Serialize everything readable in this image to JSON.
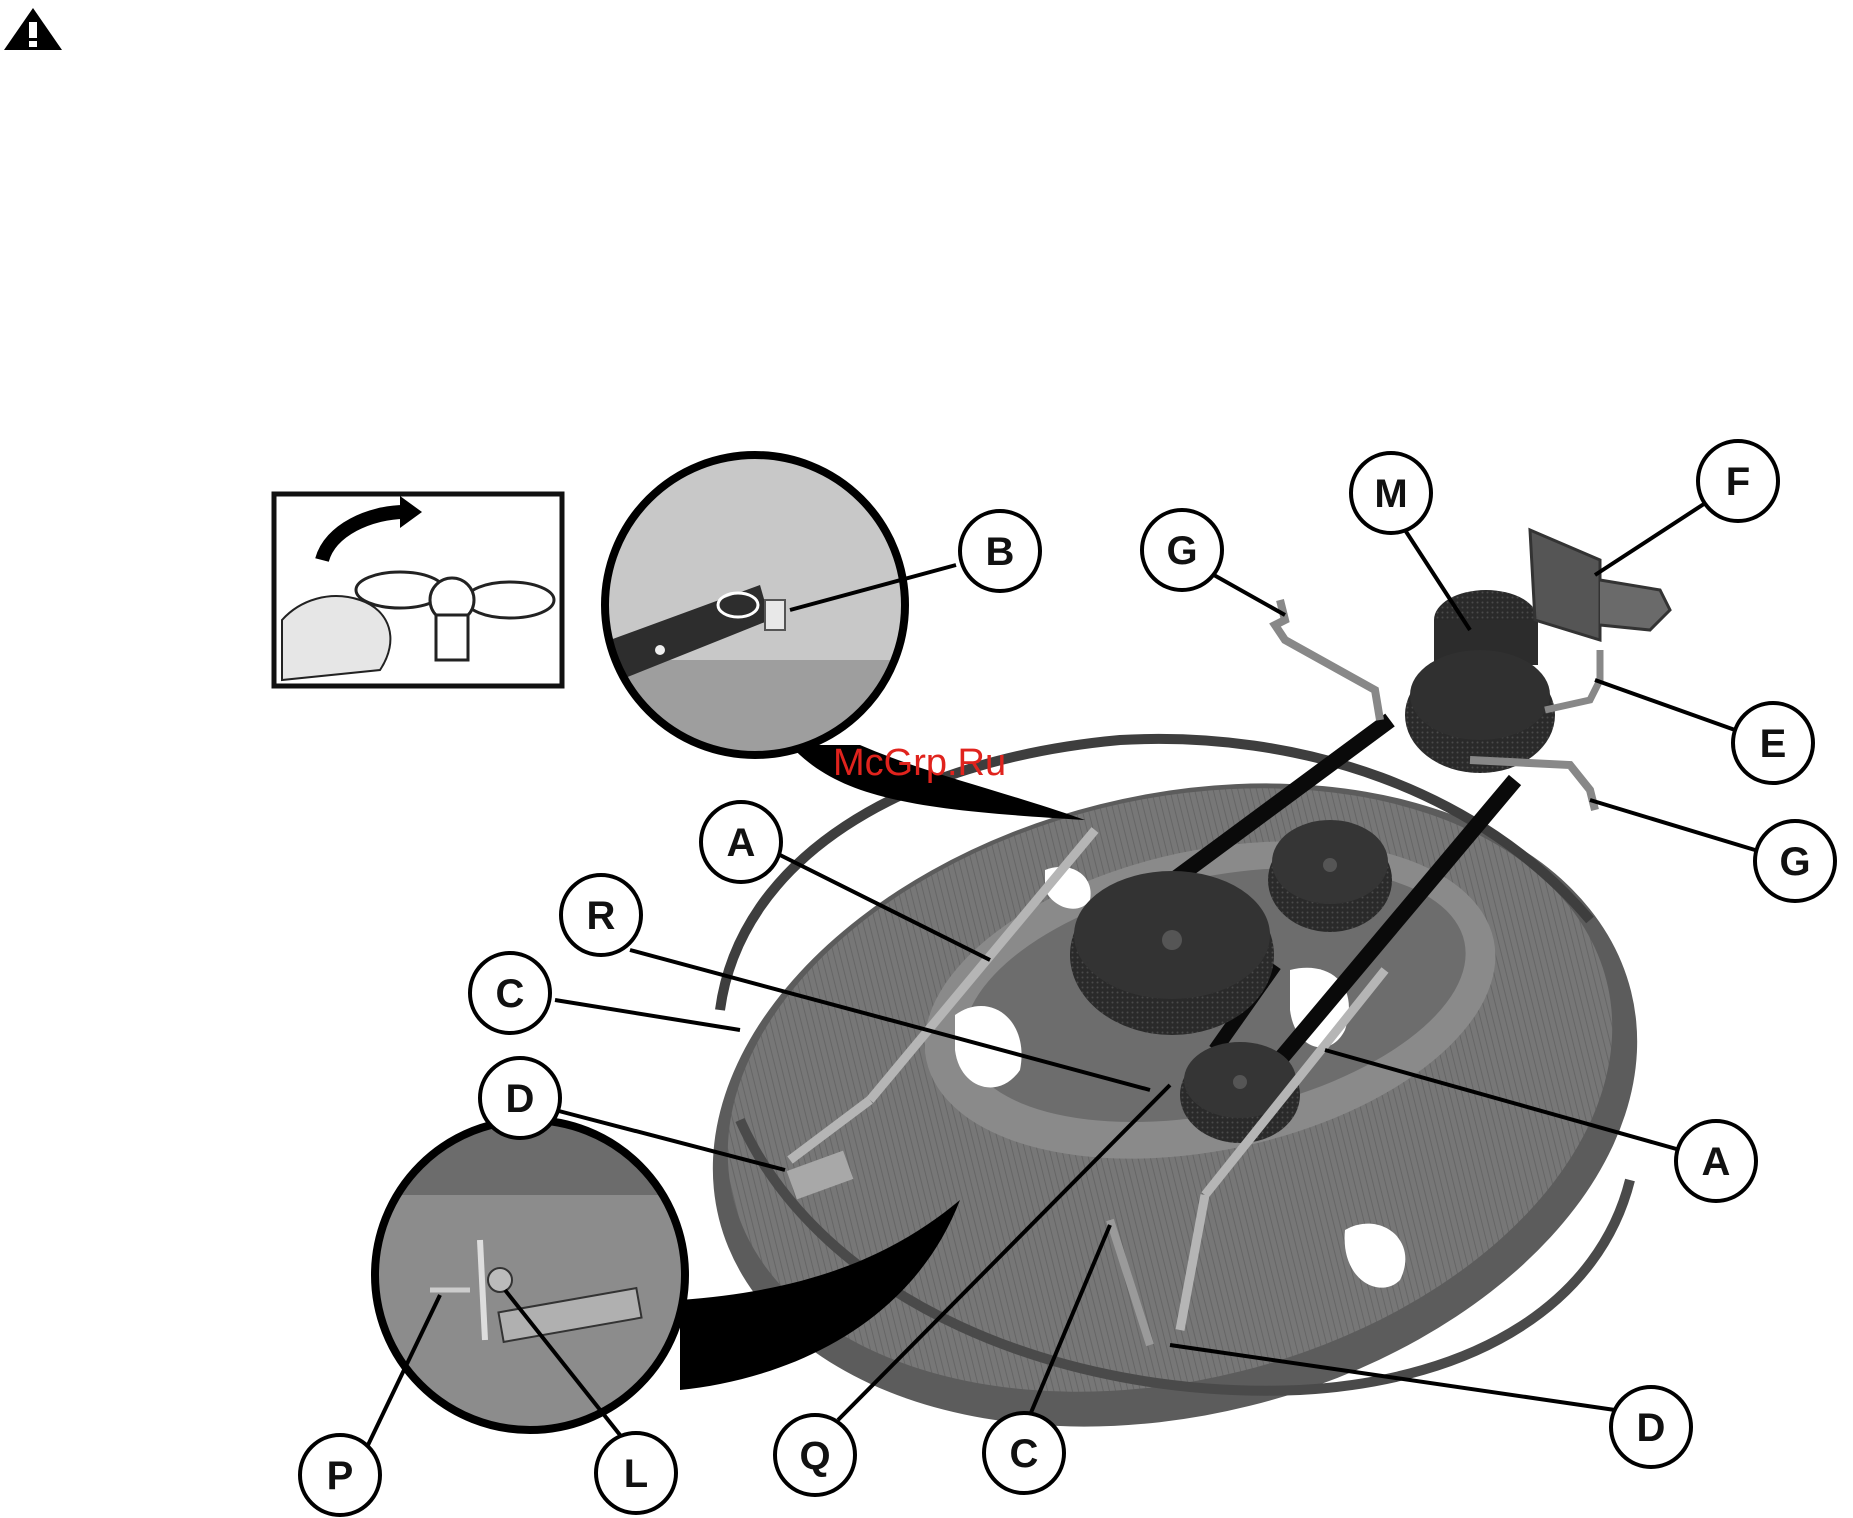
{
  "warning_icon": "warning-triangle-icon",
  "watermark": "McGrp.Ru",
  "callouts": [
    "B",
    "M",
    "F",
    "G",
    "E",
    "G",
    "A",
    "R",
    "C",
    "D",
    "A",
    "P",
    "L",
    "Q",
    "C",
    "D"
  ],
  "colors": {
    "deck": "#7a7a7a",
    "deck_dark": "#4e4e4e",
    "pulley": "#2b2b2b",
    "belt": "#0a0a0a",
    "watermark": "#e0231d"
  }
}
